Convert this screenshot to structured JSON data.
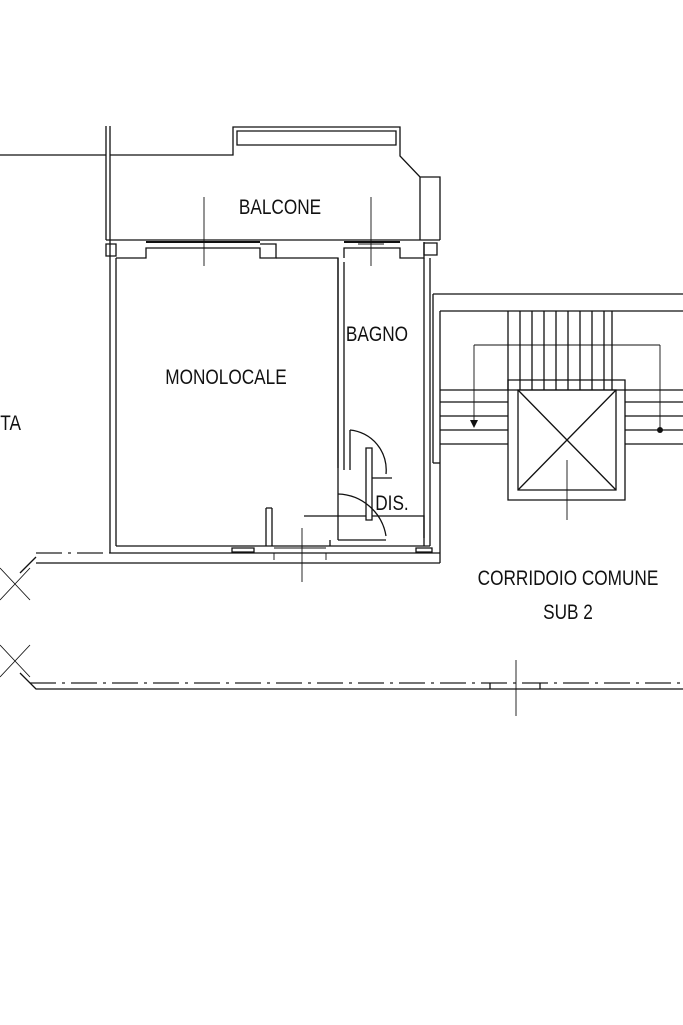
{
  "labels": {
    "balcone": "BALCONE",
    "monolocale": "MONOLOCALE",
    "bagno": "BAGNO",
    "dis": "DIS.",
    "partial_left": "TA",
    "corridoio_line1": "CORRIDOIO COMUNE",
    "corridoio_line2": "SUB 2"
  },
  "colors": {
    "line": "#111111",
    "background": "#ffffff"
  }
}
